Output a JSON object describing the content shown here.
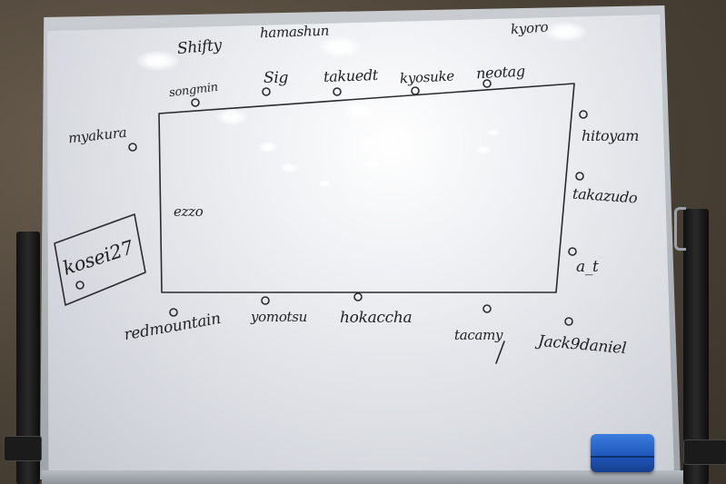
{
  "whiteboard": {
    "top_names": [
      "Shifty",
      "hamashun",
      "kyoro"
    ],
    "upper_row": [
      "songmin",
      "Sig",
      "takuedt",
      "kyosuke",
      "neotag"
    ],
    "left_names": [
      "myakura",
      "kosei27"
    ],
    "right_names": [
      "hitoyam",
      "takazudo",
      "a_t"
    ],
    "center_name": "ezzo",
    "bottom_names": [
      "redmountain",
      "yomotsu",
      "hokaccha",
      "tacamy",
      "Jack9daniel"
    ]
  },
  "colors": {
    "board": "#e8eaee",
    "ink": "#1f2022",
    "frame": "#b2b8bd",
    "eraser": "#2a67d0",
    "stand": "#141414"
  }
}
